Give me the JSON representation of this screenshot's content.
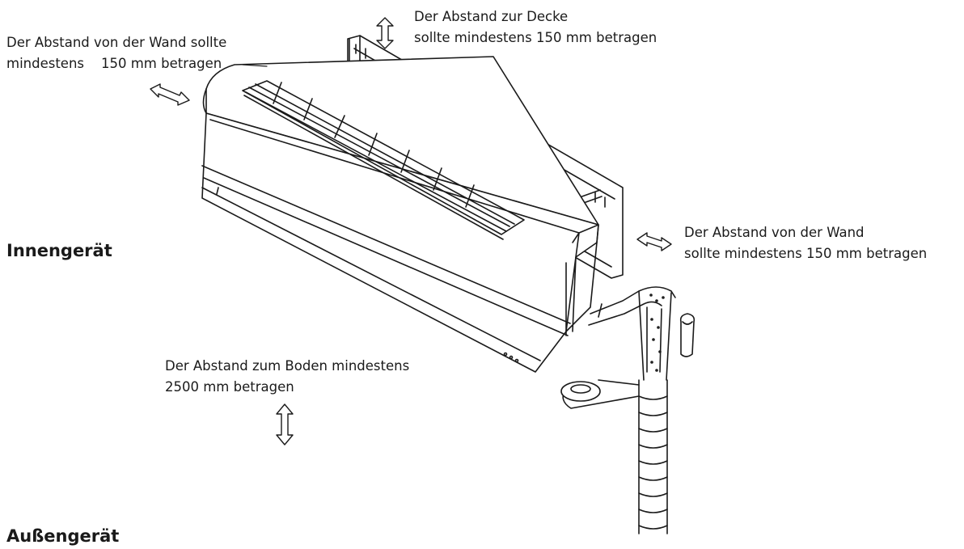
{
  "labels": {
    "wall_left": [
      "Der Abstand von der Wand sollte",
      "mindestens    150 mm betragen"
    ],
    "ceiling": [
      "Der Abstand zur Decke",
      "sollte mindestens 150 mm betragen"
    ],
    "wall_right": [
      "Der Abstand von der Wand",
      "sollte mindestens 150 mm betragen"
    ],
    "floor": [
      "Der Abstand zum Boden mindestens",
      "2500 mm betragen"
    ]
  },
  "headings": {
    "indoor": "Innengerät",
    "outdoor": "Außengerät"
  },
  "colors": {
    "line": "#1a1a1a",
    "background": "#ffffff"
  }
}
